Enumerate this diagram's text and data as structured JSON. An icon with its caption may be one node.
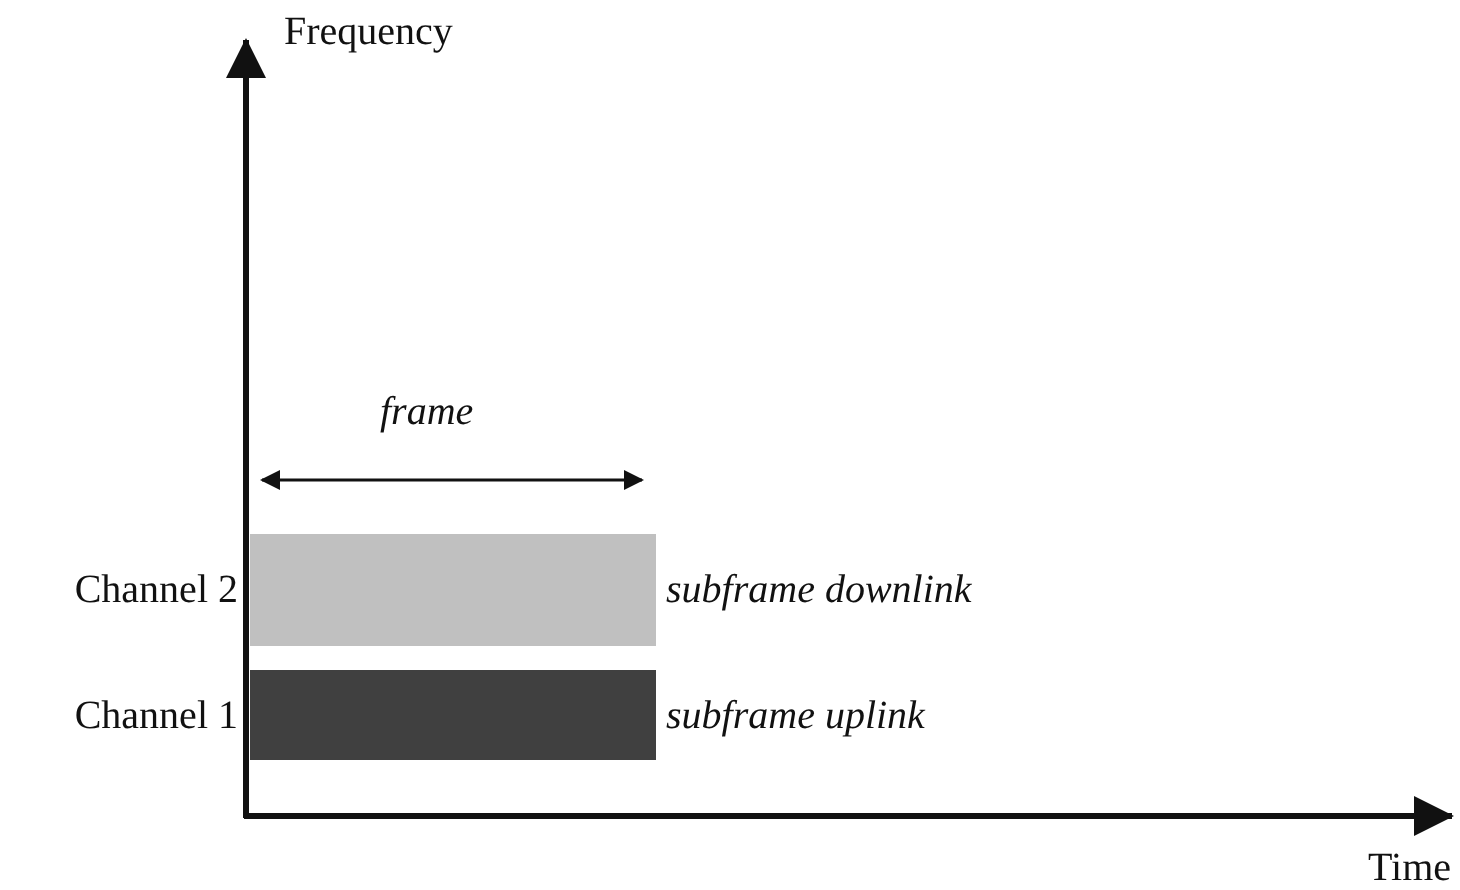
{
  "diagram": {
    "nodes": [
      {
        "text": [],
        "shape": "bar",
        "beside": [
          "Channel 2",
          "subframe downlink"
        ]
      },
      {
        "text": [],
        "shape": "bar",
        "beside": [
          "Channel 1",
          "subframe uplink"
        ]
      }
    ],
    "edges": [],
    "labels": [
      "Frequency",
      "frame",
      "Time"
    ]
  }
}
